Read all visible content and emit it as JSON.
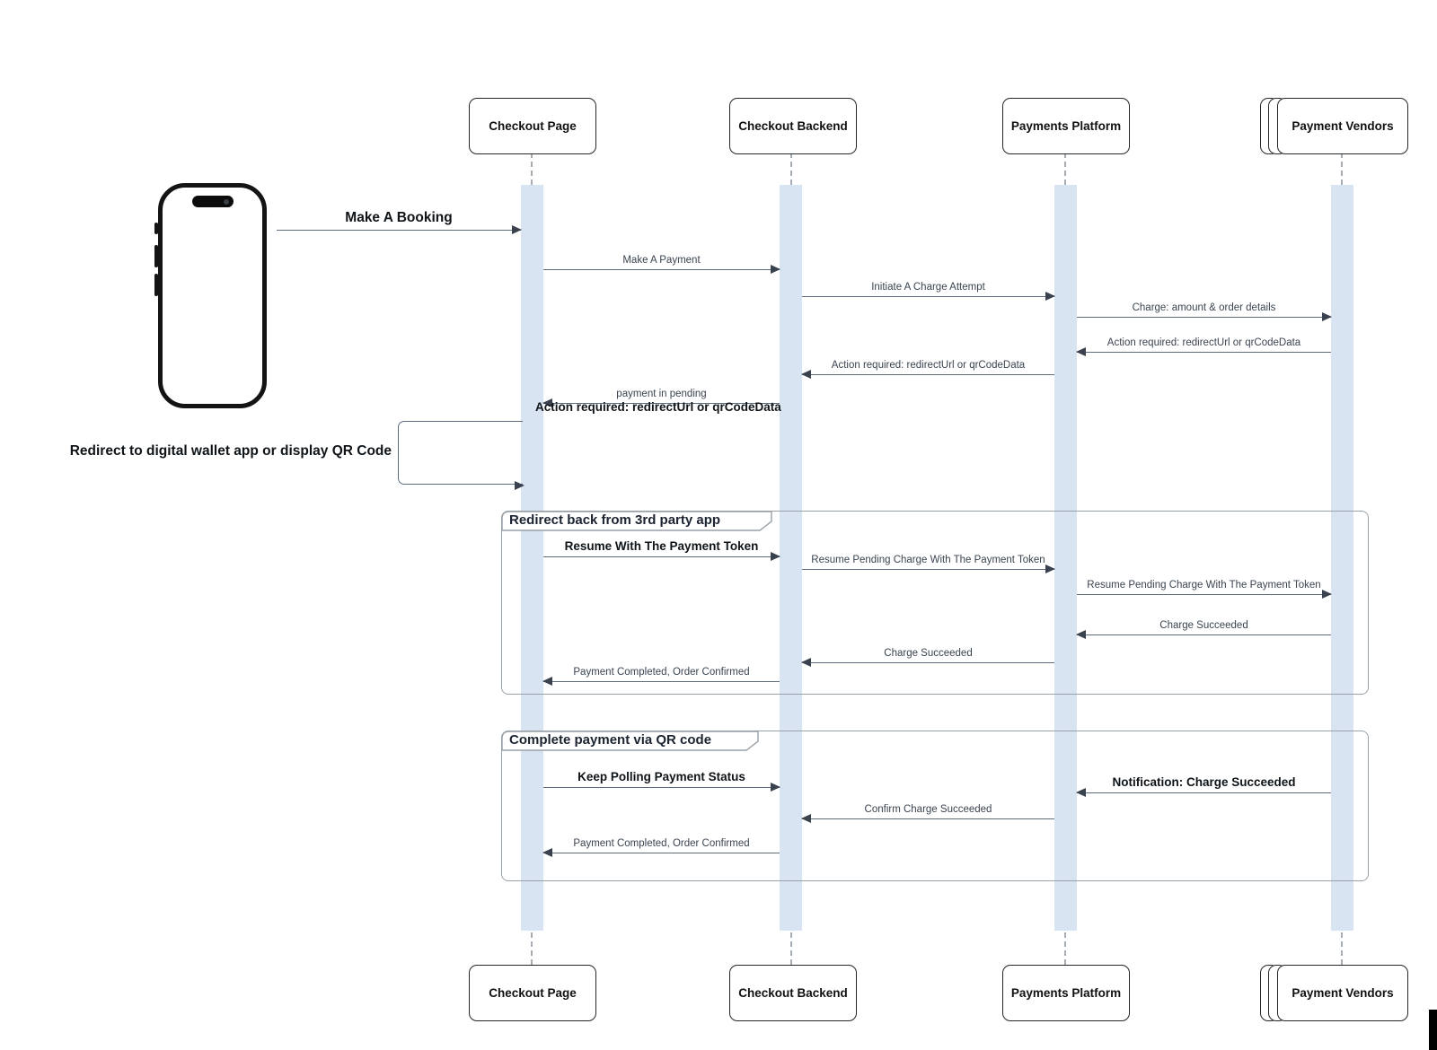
{
  "diagram": {
    "participants": [
      {
        "label": "Checkout Page"
      },
      {
        "label": "Checkout Backend"
      },
      {
        "label": "Payments Platform"
      },
      {
        "label": "Payment Vendors",
        "multi_instance": true
      }
    ],
    "fragments": [
      {
        "title": "Redirect back from 3rd party app"
      },
      {
        "title": "Complete payment via QR code"
      }
    ],
    "messages": [
      {
        "label": "Make A Booking",
        "from": "mobile-user",
        "to": "Checkout Page",
        "bold": true
      },
      {
        "label": "Make A Payment",
        "from": "Checkout Page",
        "to": "Checkout Backend"
      },
      {
        "label": "Initiate A Charge Attempt",
        "from": "Checkout Backend",
        "to": "Payments Platform"
      },
      {
        "label": "Charge: amount & order details",
        "from": "Payments Platform",
        "to": "Payment Vendors"
      },
      {
        "label": "Action required: redirectUrl or qrCodeData",
        "from": "Payment Vendors",
        "to": "Payments Platform"
      },
      {
        "label": "Action required: redirectUrl or qrCodeData",
        "from": "Payments Platform",
        "to": "Checkout Backend"
      },
      {
        "label": "payment in pending",
        "from": "Checkout Backend",
        "to": "Checkout Page"
      },
      {
        "label": "Resume With The Payment Token",
        "from": "Checkout Page",
        "to": "Checkout Backend",
        "bold": true
      },
      {
        "label": "Resume Pending Charge With The Payment Token",
        "from": "Checkout Backend",
        "to": "Payments Platform"
      },
      {
        "label": "Resume Pending Charge With The Payment Token",
        "from": "Payments Platform",
        "to": "Payment Vendors"
      },
      {
        "label": "Charge Succeeded",
        "from": "Payment Vendors",
        "to": "Payments Platform"
      },
      {
        "label": "Charge Succeeded",
        "from": "Payments Platform",
        "to": "Checkout Backend"
      },
      {
        "label": "Payment Completed, Order Confirmed",
        "from": "Checkout Backend",
        "to": "Checkout Page"
      },
      {
        "label": "Keep Polling Payment Status",
        "from": "Checkout Page",
        "to": "Checkout Backend",
        "bold": true
      },
      {
        "label": "Notification: Charge Succeeded",
        "from": "Payment Vendors",
        "to": "Payments Platform",
        "bold": true
      },
      {
        "label": "Confirm Charge Succeeded",
        "from": "Payments Platform",
        "to": "Checkout Backend"
      },
      {
        "label": "Payment Completed, Order Confirmed",
        "from": "Checkout Backend",
        "to": "Checkout Page"
      }
    ],
    "notes": {
      "action_required_bold": "Action required: redirectUrl or qrCodeData",
      "redirect_note": "Redirect  to digital wallet app or display QR Code"
    },
    "colors": {
      "activation_bar": "#d8e4f1",
      "arrow_line": "#5e6d7c",
      "arrow_head": "#39424e",
      "box_border": "#242629",
      "fragment_border": "#98a1a8",
      "message_text": "#3a4450"
    }
  }
}
